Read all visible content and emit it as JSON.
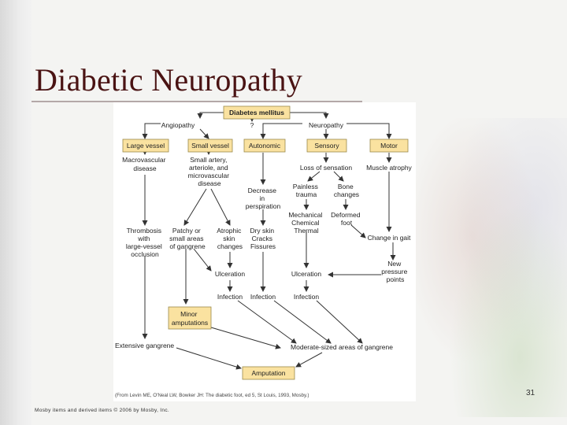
{
  "slide": {
    "title": "Diabetic Neuropathy",
    "slide_number": "31",
    "footer": "Mosby items and derived items © 2006 by Mosby, Inc."
  },
  "diagram": {
    "root": "Diabetes mellitus",
    "branch_angiopathy": "Angiopathy",
    "branch_unknown": "?",
    "branch_neuropathy": "Neuropathy",
    "large_vessel": "Large vessel",
    "small_vessel": "Small vessel",
    "autonomic": "Autonomic",
    "sensory": "Sensory",
    "motor": "Motor",
    "macrovascular": [
      "Macrovascular",
      "disease"
    ],
    "small_artery": [
      "Small artery,",
      "arteriole, and",
      "microvascular",
      "disease"
    ],
    "loss_of_sensation": "Loss of sensation",
    "muscle_atrophy": "Muscle atrophy",
    "decrease_perspiration": [
      "Decrease",
      "in",
      "perspiration"
    ],
    "painless_trauma": [
      "Painless",
      "trauma"
    ],
    "bone_changes": [
      "Bone",
      "changes"
    ],
    "mechanical_trauma": [
      "Mechanical",
      "Chemical",
      "Thermal"
    ],
    "deformed_foot": [
      "Deformed",
      "foot"
    ],
    "thrombosis": [
      "Thrombosis",
      "with",
      "large-vessel",
      "occlusion"
    ],
    "patchy_areas": [
      "Patchy or",
      "small areas",
      "of gangrene"
    ],
    "atrophic_skin": [
      "Atrophic",
      "skin",
      "changes"
    ],
    "dry_skin": [
      "Dry skin",
      "Cracks",
      "Fissures"
    ],
    "change_in_gait": "Change in gait",
    "new_pressure_points": [
      "New",
      "pressure",
      "points"
    ],
    "ulceration": "Ulceration",
    "infection": "Infection",
    "minor_amputations": [
      "Minor",
      "amputations"
    ],
    "extensive_gangrene": "Extensive gangrene",
    "moderate_gangrene": "Moderate-sized areas of gangrene",
    "amputation": "Amputation",
    "source": "(From Levin ME, O'Neal LW, Bowker JH: The diabetic foot, ed 5, St Louis, 1993, Mosby.)"
  }
}
